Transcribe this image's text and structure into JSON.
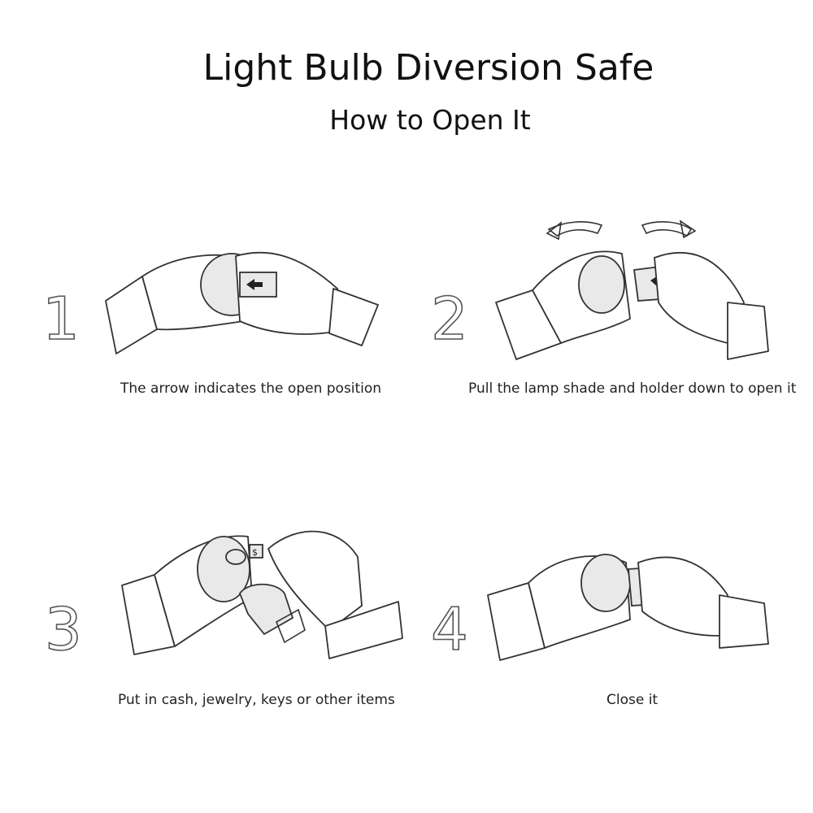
{
  "title": "Light Bulb Diversion Safe",
  "subtitle": "How to Open It",
  "steps": [
    {
      "number": "1",
      "caption": "The arrow indicates the open position",
      "illustration_icon": "hands-holding-bulb-arrow-icon"
    },
    {
      "number": "2",
      "caption": "Pull the lamp shade and holder down to open it",
      "illustration_icon": "hands-pulling-bulb-apart-icon"
    },
    {
      "number": "3",
      "caption": "Put in cash, jewelry, keys or other items",
      "illustration_icon": "hands-inserting-items-icon"
    },
    {
      "number": "4",
      "caption": "Close it",
      "illustration_icon": "hands-closing-bulb-icon"
    }
  ],
  "colors": {
    "outline": "#333333",
    "bulb_fill": "#e9e9e9",
    "background": "#ffffff"
  }
}
